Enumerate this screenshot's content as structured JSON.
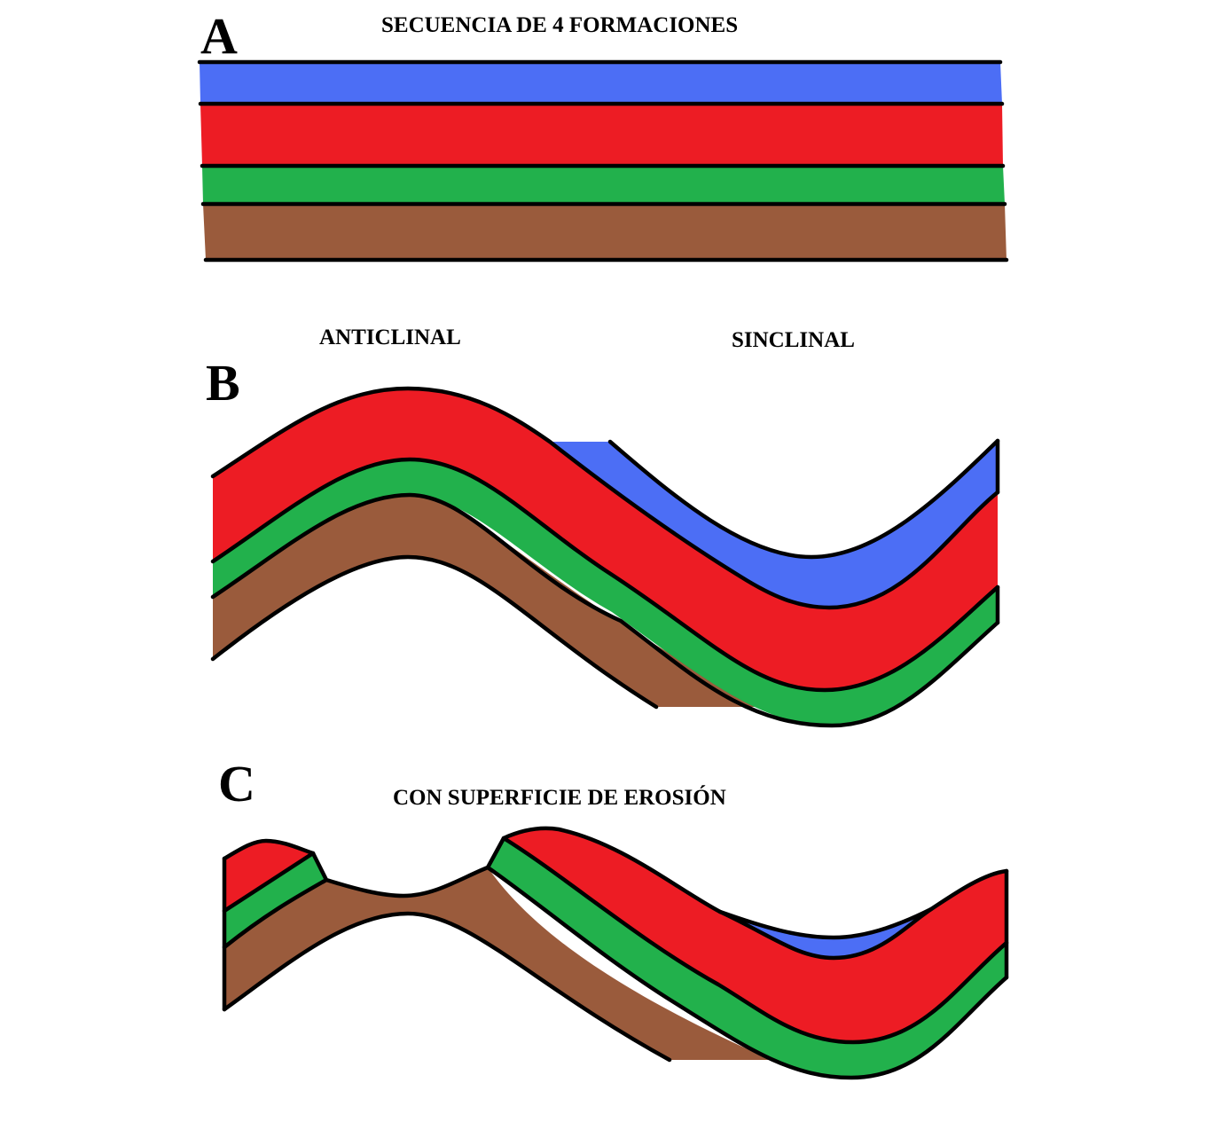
{
  "colors": {
    "layer_1_top": "#4c6ef5",
    "layer_2": "#ed1c24",
    "layer_3": "#22b14c",
    "layer_4_bottom": "#9a5b3c",
    "outline": "#000000",
    "background": "#ffffff"
  },
  "panels": {
    "a": {
      "letter": "A",
      "caption": "SECUENCIA DE 4 FORMACIONES"
    },
    "b": {
      "letter": "B",
      "label_left": "ANTICLINAL",
      "label_right": "SINCLINAL"
    },
    "c": {
      "letter": "C",
      "caption": "CON SUPERFICIE DE EROSIÓN"
    }
  }
}
